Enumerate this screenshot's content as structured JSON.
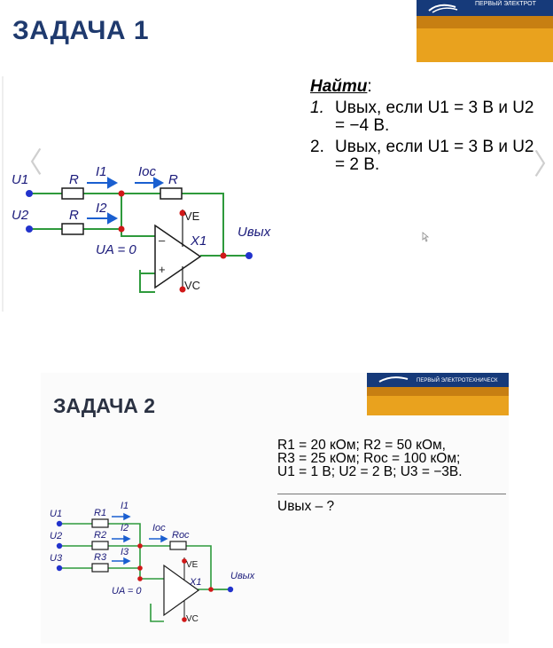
{
  "slide1": {
    "title": "ЗАДАЧА 1",
    "logo_text": "ПЕРВЫЙ ЭЛЕКТРОТ",
    "nav": {
      "prev": "〈",
      "next": "〉"
    },
    "find_label": "Найти",
    "find_colon": ":",
    "items": [
      {
        "num": "1.",
        "text": "Uвых, если U1 = 3 В и U2 = −4 В."
      },
      {
        "num": "2.",
        "text": "Uвых, если U1 = 3 В и U2 = 2 В."
      }
    ],
    "circuit": {
      "U1": "U1",
      "U2": "U2",
      "R_top": "R",
      "R_bottom": "R",
      "R_fb": "R",
      "I1": "I1",
      "I2": "I2",
      "Ioc": "Iос",
      "UA": "UA = 0",
      "VE": "VE",
      "VC": "VC",
      "X1": "X1",
      "minus": "–",
      "plus": "+",
      "Uout": "Uвых"
    }
  },
  "slide2": {
    "title": "ЗАДАЧА 2",
    "logo_text": "ПЕРВЫЙ ЭЛЕКТРОТЕХНИЧЕСК",
    "params": [
      "R1 = 20 кОм; R2 = 50 кОм,",
      "R3 = 25 кОм; Rос = 100 кОм;",
      "U1 = 1 В; U2 = 2 В; U3 = −3В."
    ],
    "find": "Uвых – ?",
    "circuit": {
      "U1": "U1",
      "U2": "U2",
      "U3": "U3",
      "R1": "R1",
      "R2": "R2",
      "R3": "R3",
      "Roc": "Rос",
      "I1": "I1",
      "I2": "I2",
      "I3": "I3",
      "Ioc": "Iос",
      "UA": "UA = 0",
      "VE": "VE",
      "VC": "VC",
      "X1": "X1",
      "Uout": "Uвых"
    }
  },
  "colors": {
    "title_blue": "#1f3a6e",
    "wire_green": "#2e9a3c",
    "node_red": "#d01818",
    "terminal_blue": "#2233cc",
    "arrow_blue": "#1a5fd0",
    "logo_orange": "#e9a21e",
    "logo_navy": "#163a7a"
  }
}
